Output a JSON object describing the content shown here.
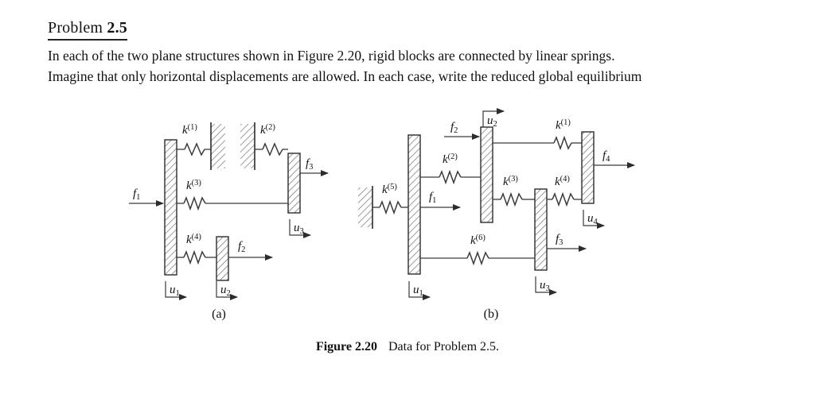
{
  "problem": {
    "title_lead": "Problem",
    "title_number": "2.5",
    "line1": "In each of the two plane structures shown in Figure 2.20, rigid blocks are connected by linear springs.",
    "line2": "Imagine that only horizontal displacements are allowed. In each case, write the reduced global equilibrium"
  },
  "caption": {
    "label": "Figure 2.20",
    "text": "Data for Problem 2.5."
  },
  "figure": {
    "panel_a": {
      "id": "(a)",
      "springs": [
        {
          "name": "k1",
          "base": "k",
          "superscript": "(1)"
        },
        {
          "name": "k2",
          "base": "k",
          "superscript": "(2)"
        },
        {
          "name": "k3",
          "base": "k",
          "superscript": "(3)"
        },
        {
          "name": "k4",
          "base": "k",
          "superscript": "(4)"
        }
      ],
      "forces": [
        {
          "name": "f1",
          "base": "f",
          "subscript": "1"
        },
        {
          "name": "f2",
          "base": "f",
          "subscript": "2"
        },
        {
          "name": "f3",
          "base": "f",
          "subscript": "3"
        }
      ],
      "displacements": [
        {
          "name": "u1",
          "base": "u",
          "subscript": "1"
        },
        {
          "name": "u2",
          "base": "u",
          "subscript": "2"
        },
        {
          "name": "u3",
          "base": "u",
          "subscript": "3"
        }
      ],
      "blocks": 3,
      "walls": 2
    },
    "panel_b": {
      "id": "(b)",
      "springs": [
        {
          "name": "k1",
          "base": "k",
          "superscript": "(1)"
        },
        {
          "name": "k2",
          "base": "k",
          "superscript": "(2)"
        },
        {
          "name": "k3",
          "base": "k",
          "superscript": "(3)"
        },
        {
          "name": "k4",
          "base": "k",
          "superscript": "(4)"
        },
        {
          "name": "k5",
          "base": "k",
          "superscript": "(5)"
        },
        {
          "name": "k6",
          "base": "k",
          "superscript": "(6)"
        }
      ],
      "forces": [
        {
          "name": "f1",
          "base": "f",
          "subscript": "1"
        },
        {
          "name": "f2",
          "base": "f",
          "subscript": "2"
        },
        {
          "name": "f3",
          "base": "f",
          "subscript": "3"
        },
        {
          "name": "f4",
          "base": "f",
          "subscript": "4"
        }
      ],
      "displacements": [
        {
          "name": "u1",
          "base": "u",
          "subscript": "1"
        },
        {
          "name": "u2",
          "base": "u",
          "subscript": "2"
        },
        {
          "name": "u3",
          "base": "u",
          "subscript": "3"
        },
        {
          "name": "u4",
          "base": "u",
          "subscript": "4"
        }
      ],
      "blocks": 4,
      "walls": 1
    }
  },
  "colors": {
    "ink": "#111111",
    "line": "#3a3a3a",
    "hatch": "#6b6b6b",
    "background": "#ffffff"
  }
}
